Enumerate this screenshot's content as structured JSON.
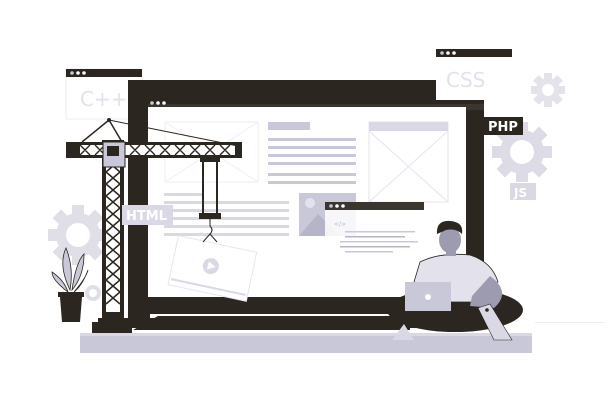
{
  "illustration": {
    "title": "Web development under construction",
    "colors": {
      "dark": "#2b2620",
      "lavender": "#c9c8d8",
      "light_lavender": "#e3e2ec",
      "white": "#ffffff"
    },
    "labels": {
      "cpp": "C++",
      "css": "CSS",
      "php": "PHP",
      "js": "JS",
      "html": "HTML",
      "code_tag": "</>"
    },
    "icons": [
      "gear-icon",
      "play-icon",
      "image-placeholder-icon",
      "crane-icon",
      "plant-icon",
      "laptop-icon"
    ]
  }
}
